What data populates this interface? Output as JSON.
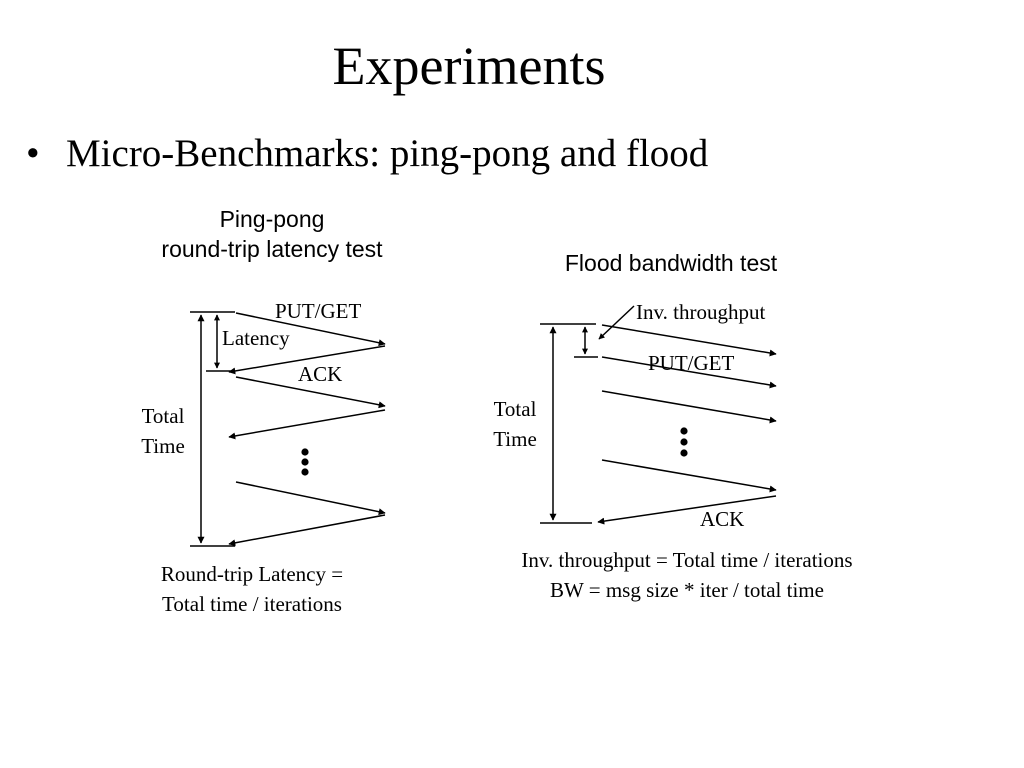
{
  "slide": {
    "title": "Experiments",
    "bullet_symbol": "•",
    "bullet_text": "Micro-Benchmarks: ping-pong and flood"
  },
  "pingpong": {
    "caption_line1": "Ping-pong",
    "caption_line2": "round-trip latency test",
    "put_get_label": "PUT/GET",
    "latency_label": "Latency",
    "ack_label": "ACK",
    "total_label_line1": "Total",
    "total_label_line2": "Time",
    "formula_line1": "Round-trip Latency =",
    "formula_line2": "Total time / iterations"
  },
  "flood": {
    "caption": "Flood bandwidth test",
    "inv_throughput_label": "Inv. throughput",
    "put_get_label": "PUT/GET",
    "ack_label": "ACK",
    "total_label_line1": "Total",
    "total_label_line2": "Time",
    "formula_line1": "Inv. throughput = Total time / iterations",
    "formula_line2": "BW = msg size * iter / total time"
  }
}
